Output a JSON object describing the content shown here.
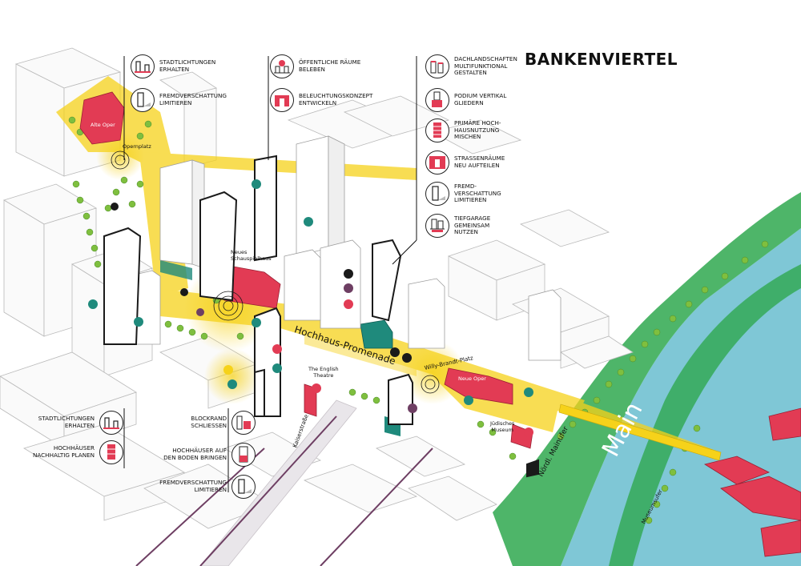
{
  "title": "BANKENVIERTEL",
  "colors": {
    "river": "#7fc7d6",
    "greenbelt": "#2fa84f",
    "promenade": "#f6d21a",
    "landmark": "#e23b54",
    "tower_dark": "#1a1a1a",
    "building_outline": "#b5b5b5",
    "teal": "#1f8a7c"
  },
  "annotations": {
    "col1": [
      {
        "icon": "preserve-city-clearings-icon",
        "text": "STADTLICHTUNGEN\nERHALTEN"
      },
      {
        "icon": "limit-external-shading-icon",
        "text": "FREMDVERSCHATTUNG\nLIMITIEREN"
      }
    ],
    "col2": [
      {
        "icon": "animate-public-spaces-icon",
        "text": "ÖFFENTLICHE RÄUME\nBELEBEN"
      },
      {
        "icon": "lighting-concept-icon",
        "text": "BELEUCHTUNGSKONZEPT\nENTWICKELN"
      }
    ],
    "col3": [
      {
        "icon": "multifunctional-roofscape-icon",
        "text": "DACHLANDSCHAFTEN\nMULTIFUNKTIONAL\nGESTALTEN"
      },
      {
        "icon": "vertical-podium-icon",
        "text": "PODIUM VERTIKAL\nGLIEDERN"
      },
      {
        "icon": "mixed-use-highrise-icon",
        "text": "PRIMÄRE HOCH-\nHAUSNUTZUNG\nMISCHEN"
      },
      {
        "icon": "street-space-icon",
        "text": "STRASSENRÄUME\nNEU AUFTEILEN"
      },
      {
        "icon": "limit-external-shading-icon",
        "text": "FREMD-\nVERSCHATTUNG\nLIMITIEREN"
      },
      {
        "icon": "shared-underground-garage-icon",
        "text": "TIEFGARAGE\nGEMEINSAM\nNUTZEN"
      }
    ],
    "bottom_left": [
      {
        "icon": "preserve-city-clearings-icon",
        "text": "STADTLICHTUNGEN\nERHALTEN"
      },
      {
        "icon": "sustainable-highrise-icon",
        "text": "HOCHHÄUSER\nNACHHALTIG PLANEN"
      }
    ],
    "bottom_mid": [
      {
        "icon": "close-block-edge-icon",
        "text": "BLOCKRAND\nSCHLIESSEN"
      },
      {
        "icon": "ground-highrise-icon",
        "text": "HOCHHÄUSER AUF\nDEN BODEN BRINGEN"
      },
      {
        "icon": "limit-external-shading-icon",
        "text": "FREMDVERSCHATTUNG\nLIMITIEREN"
      }
    ]
  },
  "places": {
    "alte_oper": "Alte Oper",
    "opernplatz": "Opernplatz",
    "schauspielhaus": "Neues\nSchauspielhaus",
    "english_theatre": "The English\nTheatre",
    "neue_oper": "Neue Oper",
    "juedisches_museum": "Jüdisches\nMuseum",
    "willy_brandt_platz": "Willy-Brandt-Platz"
  },
  "streets": {
    "promenade": "Hochhaus-Promenade",
    "kaiserstrasse": "Kaiserstraße",
    "nordl_mainufer": "Nördl. Mainufer",
    "museumsufer": "Museumsufer"
  },
  "river": "Main"
}
